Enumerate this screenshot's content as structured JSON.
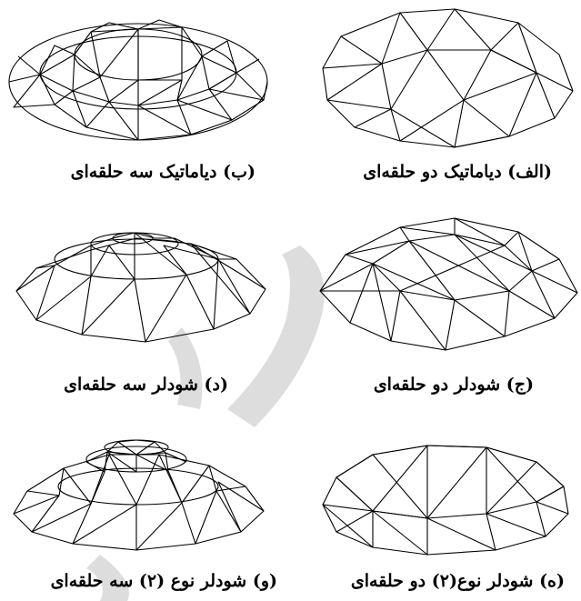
{
  "figures": [
    {
      "id": "alef",
      "caption": "(الف) دیاماتیک دو حلقه‌ای"
    },
    {
      "id": "be",
      "caption": "(ب) دیاماتیک سه حلقه‌ای"
    },
    {
      "id": "jim",
      "caption": "(ج) شودلر دو حلقه‌ای"
    },
    {
      "id": "dal",
      "caption": "(د) شودلر سه حلقه‌ای"
    },
    {
      "id": "he",
      "caption": "(ه) شودلر نوع(۲) دو حلقه‌ای"
    },
    {
      "id": "vav",
      "caption": "(و) شودلر نوع (۲) سه حلقه‌ای"
    }
  ]
}
